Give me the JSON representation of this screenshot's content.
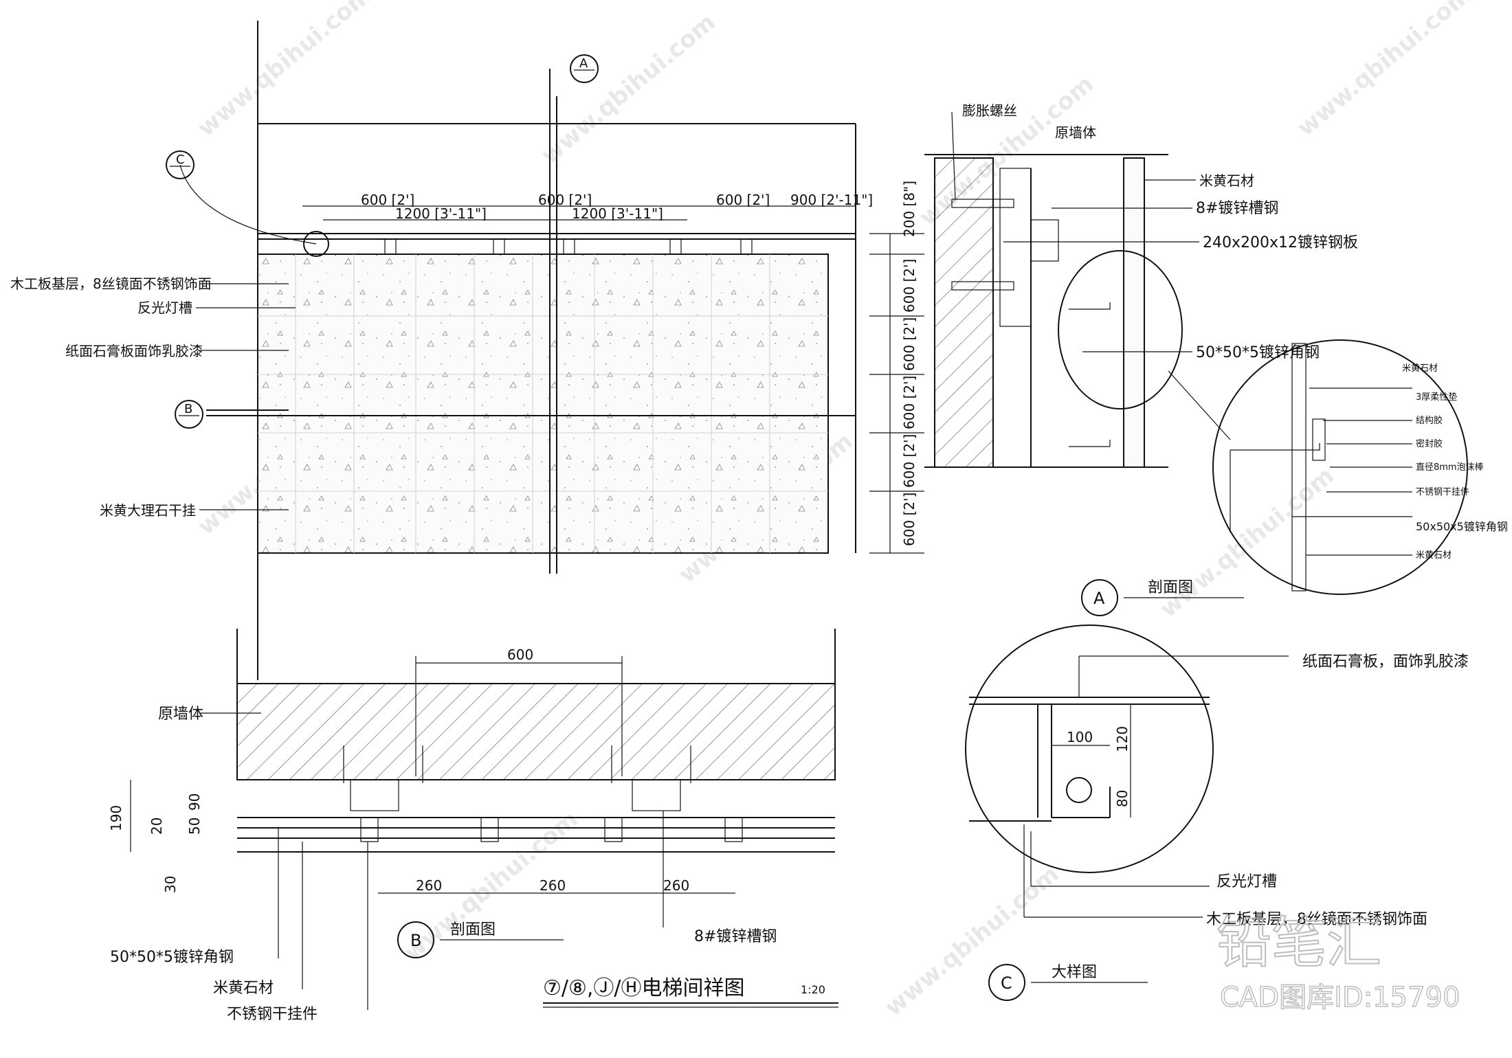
{
  "title": {
    "main": "⑦/⑧,Ⓙ/Ⓗ电梯间祥图",
    "scale": "1:20"
  },
  "markers": {
    "a": "A",
    "b": "B",
    "c": "C"
  },
  "elevation": {
    "top_dims_upper": [
      "600 [2']",
      "600 [2']",
      "600 [2']",
      "900 [2'-11\"]"
    ],
    "top_dims_lower": [
      "1200 [3'-11\"]",
      "1200 [3'-11\"]"
    ],
    "right_dims": [
      "200 [8\"]",
      "600 [2']",
      "600 [2']",
      "600 [2']",
      "600 [2']",
      "600 [2']"
    ],
    "labels": [
      "木工板基层，8丝镜面不锈钢饰面",
      "反光灯槽",
      "纸面石膏板面饰乳胶漆",
      "米黄大理石干挂"
    ]
  },
  "section_b": {
    "name": "剖面图",
    "top_dim": "600",
    "side_dims": [
      "190",
      "90",
      "50",
      "20",
      "30"
    ],
    "bottom_dims": [
      "260",
      "260",
      "260"
    ],
    "labels": [
      "原墙体",
      "50*50*5镀锌角钢",
      "米黄石材",
      "不锈钢干挂件",
      "8#镀锌槽钢"
    ]
  },
  "section_a": {
    "name": "剖面图",
    "labels": [
      "膨胀螺丝",
      "原墙体",
      "米黄石材",
      "8#镀锌槽钢",
      "240x200x12镀锌钢板",
      "50*50*5镀锌角钢"
    ],
    "detail_labels": [
      "米黄石材",
      "3厚柔性垫",
      "结构胶",
      "密封胶",
      "直径8mm泡沫棒",
      "不锈钢干挂件",
      "50x50x5镀锌角钢",
      "米黄石材"
    ]
  },
  "detail_c": {
    "name": "大样图",
    "dims": [
      "100",
      "120",
      "80"
    ],
    "labels": [
      "纸面石膏板，面饰乳胶漆",
      "反光灯槽",
      "木工板基层，8丝镜面不锈钢饰面"
    ]
  },
  "stamp": {
    "logo": "铅笔汇",
    "id_text": "CAD图库ID:15790"
  },
  "watermark": {
    "text": "www.qbihui.com"
  }
}
